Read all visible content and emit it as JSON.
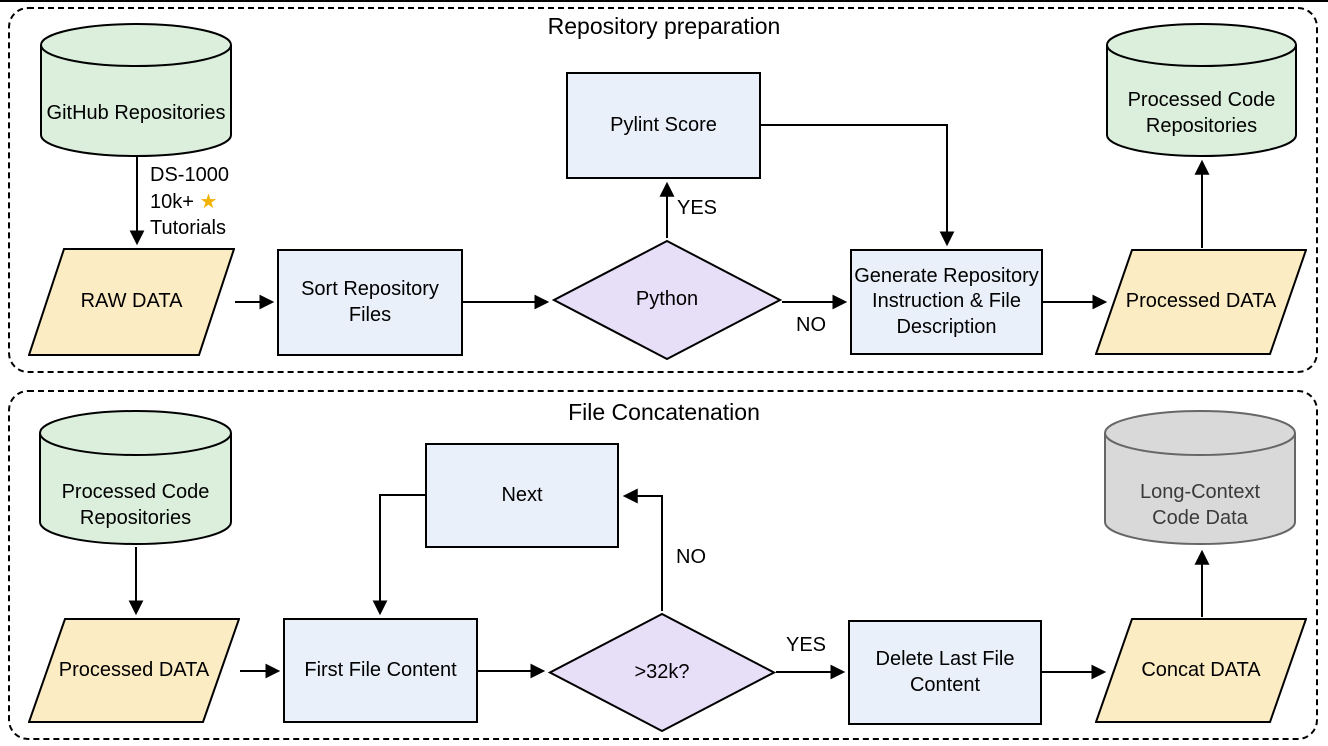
{
  "panels": {
    "top": {
      "title": "Repository preparation"
    },
    "bottom": {
      "title": "File Concatenation"
    }
  },
  "nodes": {
    "github_repos": {
      "label": "GitHub Repositories"
    },
    "raw_data": {
      "label": "RAW DATA"
    },
    "sort_files": {
      "label": "Sort Repository\nFiles"
    },
    "python_decision": {
      "label": "Python"
    },
    "pylint_score": {
      "label": "Pylint Score"
    },
    "generate_instruction": {
      "label": "Generate Repository\nInstruction & File\nDescription"
    },
    "processed_data_top": {
      "label": "Processed DATA"
    },
    "processed_code_repos_top": {
      "label": "Processed Code\nRepositories"
    },
    "processed_code_repos_bottom": {
      "label": "Processed Code\nRepositories"
    },
    "processed_data_bottom": {
      "label": "Processed DATA"
    },
    "first_file_content": {
      "label": "First File Content"
    },
    "next_step": {
      "label": "Next"
    },
    "size_decision": {
      "label": ">32k?"
    },
    "delete_last_file": {
      "label": "Delete Last File\nContent"
    },
    "concat_data": {
      "label": "Concat DATA"
    },
    "long_context_code_data": {
      "label": "Long-Context\nCode Data"
    }
  },
  "edge_labels": {
    "python_yes": "YES",
    "python_no": "NO",
    "size_yes": "YES",
    "size_no": "NO"
  },
  "annotation": {
    "line1": "DS-1000",
    "line2": "10k+",
    "star": "★",
    "line3": "Tutorials"
  },
  "colors": {
    "database_green_fill": "#dcefdd",
    "data_yellow_fill": "#fcecc3",
    "process_blue_fill": "#eaf0fa",
    "decision_purple_fill": "#e7def8",
    "gray_db_fill": "#d9d9d9",
    "gray_db_border": "#666666",
    "stroke_black": "#000000"
  }
}
